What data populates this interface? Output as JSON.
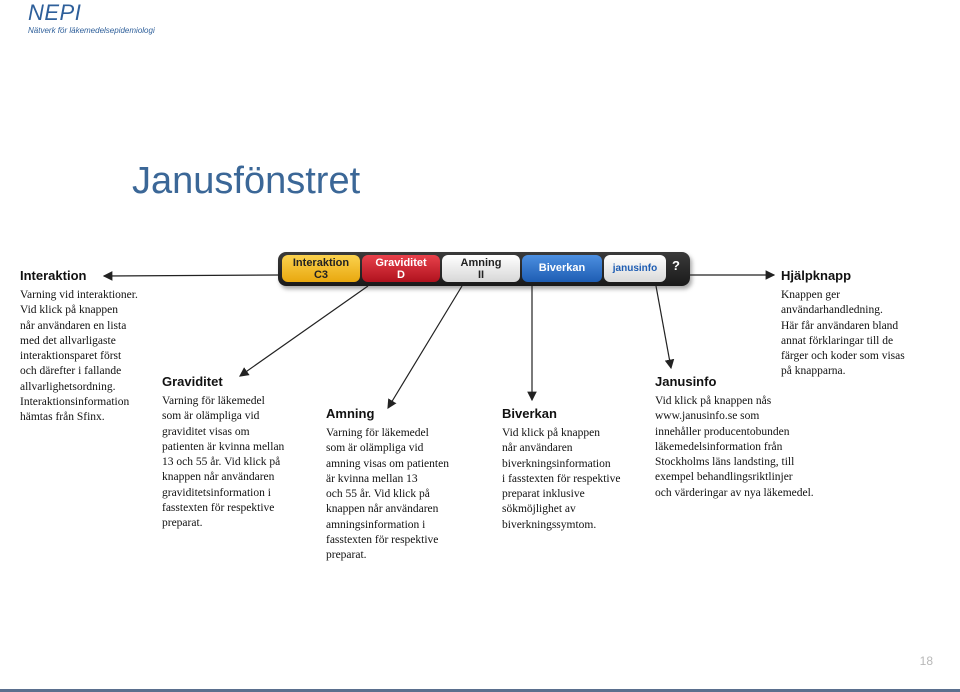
{
  "header": {
    "logo_title": "NEPI",
    "logo_subtitle": "Nätverk för läkemedelsepidemiologi"
  },
  "slide": {
    "title": "Janusfönstret",
    "page_number": "18"
  },
  "toolbar": {
    "interaktion": "Interaktion\nC3",
    "graviditet": "Graviditet\nD",
    "amning": "Amning\nII",
    "biverkan": "Biverkan",
    "janusinfo": "janusinfo",
    "help": "?",
    "colors": {
      "interaktion": "#f2b82a",
      "graviditet": "#d32331",
      "amning": "#eeeeee",
      "biverkan": "#2f74cc",
      "bar": "#2a2a2a"
    }
  },
  "sections": {
    "interaktion": {
      "heading": "Interaktion",
      "text": "Varning vid interaktioner.\nVid klick på knappen\nnår användaren en lista\nmed det allvarligaste\ninteraktionsparet först\noch därefter i fallande\nallvarlighetsordning.\nInteraktionsinformation\nhämtas från Sfinx."
    },
    "graviditet": {
      "heading": "Graviditet",
      "text": "Varning för läkemedel\nsom är olämpliga vid\ngraviditet visas om\npatienten är kvinna mellan\n13 och 55 år. Vid klick på\nknappen når användaren\ngraviditetsinformation i\nfasstexten för respektive\npreparat."
    },
    "amning": {
      "heading": "Amning",
      "text": "Varning för läkemedel\nsom är olämpliga vid\namning visas om patienten\när kvinna mellan 13\noch 55 år. Vid klick på\nknappen når användaren\namningsinformation i\nfasstexten för respektive\npreparat."
    },
    "biverkan": {
      "heading": "Biverkan",
      "text": "Vid klick på knappen\nnår användaren\nbiverkningsinformation\ni fasstexten för respektive\npreparat inklusive\nsökmöjlighet av\nbiverkningssymtom."
    },
    "janusinfo": {
      "heading": "Janusinfo",
      "text": "Vid klick på knappen nås\nwww.janusinfo.se som\ninnehåller producentobunden\nläkemedelsinformation från\nStockholms läns landsting, till\nexempel behandlingsriktlinjer\noch värderingar av nya läkemedel."
    },
    "hjalpknapp": {
      "heading": "Hjälpknapp",
      "text": "Knappen ger\nanvändarhandledning.\nHär får användaren bland\nannat förklaringar till de\nfärger och koder som visas\npå knapparna."
    }
  }
}
